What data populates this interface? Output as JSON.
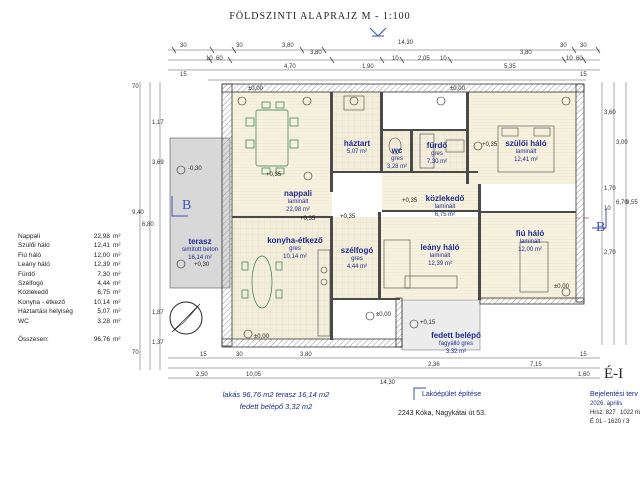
{
  "title": "FÖLDSZINTI ALAPRAJZ   M - 1:100",
  "dims_top_row1": [
    "30",
    "3,80",
    "30",
    "3,80",
    "14,30",
    "30",
    "3,80",
    "30"
  ],
  "dims_top_row2": [
    "10",
    "60",
    "4,70",
    "1,90",
    "10",
    "2,05",
    "10",
    "5,35",
    "10",
    "60"
  ],
  "dims_top_row3": [
    "15",
    "15"
  ],
  "dims_left": [
    "70",
    "1,17",
    "3,69",
    "9,40",
    "6,80",
    "1,87",
    "1,37",
    "70"
  ],
  "dims_right": [
    "3,60",
    "2,70",
    "6,70",
    "10",
    "1,70",
    "3,00",
    "9,55"
  ],
  "dims_bottom": [
    "15",
    "3,80",
    "30",
    "2,50",
    "14,30",
    "15",
    "2,36",
    "7,15",
    "10,05",
    "1,60"
  ],
  "rooms": [
    {
      "name": "háztart",
      "sub": "",
      "area": "5,07 m²"
    },
    {
      "name": "wc",
      "sub": "gres",
      "area": "3,28 m²"
    },
    {
      "name": "fürdő",
      "sub": "gres",
      "area": "7,30 m²"
    },
    {
      "name": "szülői háló",
      "sub": "laminált",
      "area": "12,41 m²"
    },
    {
      "name": "nappali",
      "sub": "laminált",
      "area": "22,98 m²"
    },
    {
      "name": "közlekedő",
      "sub": "laminált",
      "area": "6,75 m²"
    },
    {
      "name": "konyha-étkező",
      "sub": "gres",
      "area": "10,14 m²"
    },
    {
      "name": "szélfogó",
      "sub": "gres",
      "area": "4,44 m²"
    },
    {
      "name": "leány háló",
      "sub": "laminált",
      "area": "12,39 m²"
    },
    {
      "name": "fiú háló",
      "sub": "laminált",
      "area": "12,00 m²"
    },
    {
      "name": "terasz",
      "sub": "simított beton",
      "area": "16,14 m²"
    },
    {
      "name": "fedett belépő",
      "sub": "fagyálló gres",
      "area": "3,32 m²"
    }
  ],
  "levels": [
    "±0,00",
    "±0,00",
    "+0,35",
    "+0,35",
    "+0,35",
    "+0,35",
    "-0,30",
    "+0,30",
    "+0,35",
    "±0,00",
    "±0,00",
    "+0,15",
    "±0,00"
  ],
  "section_labels": [
    "B",
    "B"
  ],
  "area_table": [
    {
      "name": "Nappali",
      "value": "22,98",
      "unit": "m²"
    },
    {
      "name": "Szülői háló",
      "value": "12,41",
      "unit": "m²"
    },
    {
      "name": "Fiú háló",
      "value": "12,00",
      "unit": "m²"
    },
    {
      "name": "Leány háló",
      "value": "12,39",
      "unit": "m²"
    },
    {
      "name": "Fürdő",
      "value": "7,30",
      "unit": "m²"
    },
    {
      "name": "Szélfogó",
      "value": "4,44",
      "unit": "m²"
    },
    {
      "name": "Közlekedő",
      "value": "6,75",
      "unit": "m²"
    },
    {
      "name": "Konyha - étkező",
      "value": "10,14",
      "unit": "m²"
    },
    {
      "name": "Háztartási helyiség",
      "value": "5,07",
      "unit": "m²"
    },
    {
      "name": "WC",
      "value": "3,28",
      "unit": "m²"
    }
  ],
  "total": {
    "name": "Összesen:",
    "value": "96,76",
    "unit": "m²"
  },
  "summary": {
    "line1": "lakás  96,76 m2  terasz  16,14 m2",
    "line2": "fedett belépő  3,32 m2"
  },
  "titleblock": {
    "project": "Lakóépület építése",
    "address": "2243 Kóka, Nagykátai út 53.",
    "plan_type": "Bejelentési terv",
    "date": "2026. április",
    "hrsz": "Hrsz: 827",
    "code": "1022 m",
    "sheet": "É-I",
    "ref": "É 01 - 1620 / 3"
  },
  "colors": {
    "wall": "#3a3a3a",
    "hatch": "#c9c9c9",
    "text_blue": "#1c2a8c",
    "section": "#3b52b5",
    "dim_line": "#555555"
  }
}
